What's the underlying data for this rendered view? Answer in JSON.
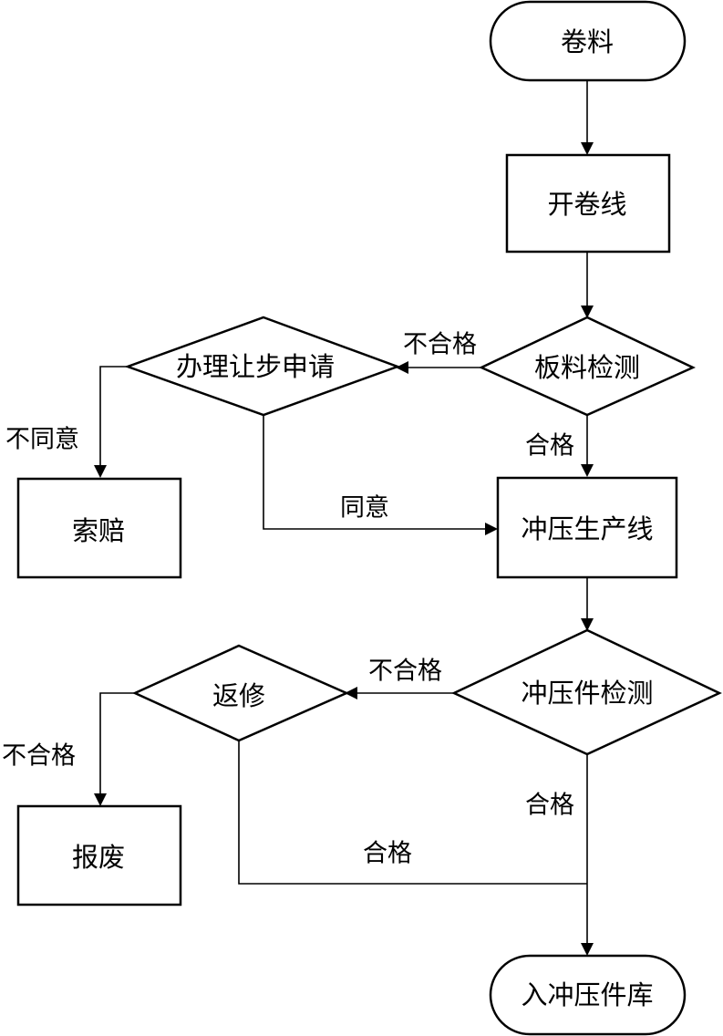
{
  "nodes": {
    "coil": "卷料",
    "uncoiling_line": "开卷线",
    "sheet_inspection": "板料检测",
    "concession_request": "办理让步申请",
    "claim": "索赔",
    "stamping_line": "冲压生产线",
    "stamped_part_inspection": "冲压件检测",
    "rework": "返修",
    "scrap": "报废",
    "stamped_parts_warehouse": "入冲压件库"
  },
  "edges": {
    "sheet_fail": "不合格",
    "sheet_pass": "合格",
    "concession_disagree": "不同意",
    "concession_agree": "同意",
    "part_fail": "不合格",
    "part_pass": "合格",
    "rework_fail": "不合格",
    "rework_pass": "合格"
  }
}
